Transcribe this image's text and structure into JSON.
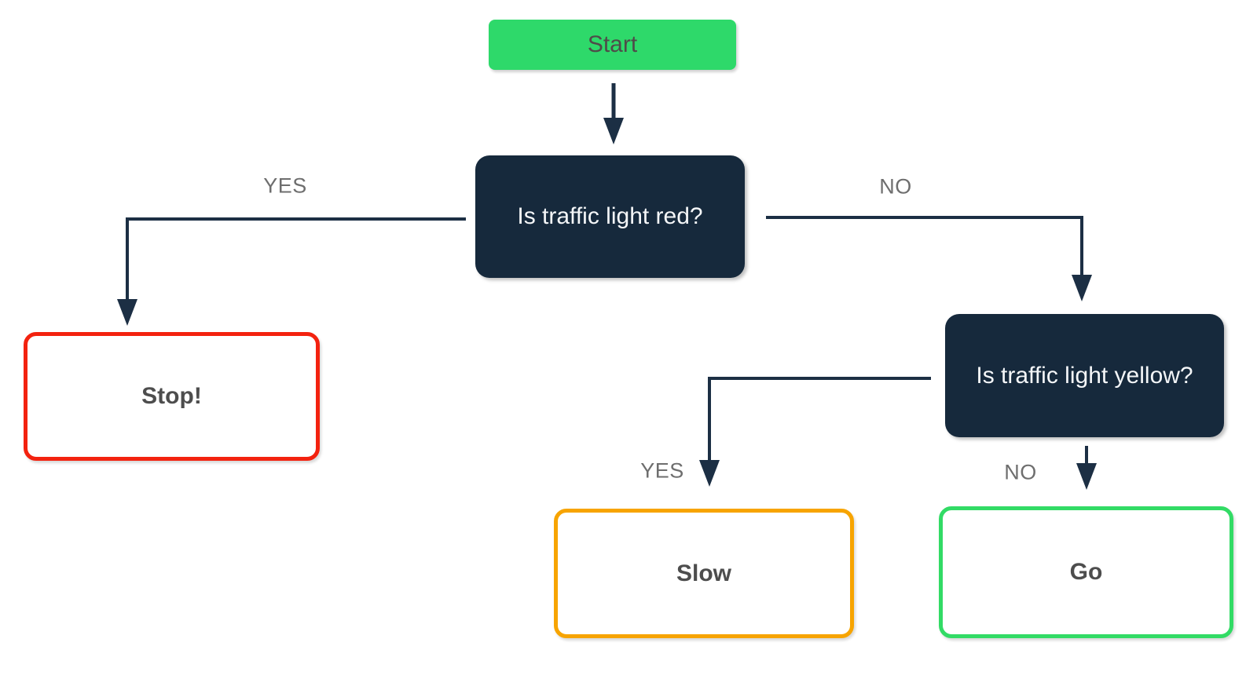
{
  "nodes": {
    "start": {
      "label": "Start",
      "type": "start"
    },
    "q_red": {
      "label": "Is traffic light red?",
      "type": "decision"
    },
    "stop": {
      "label": "Stop!",
      "type": "outcome"
    },
    "q_yellow": {
      "label": "Is traffic light yellow?",
      "type": "decision"
    },
    "slow": {
      "label": "Slow",
      "type": "outcome"
    },
    "go": {
      "label": "Go",
      "type": "outcome"
    }
  },
  "edges": {
    "start_to_red": {
      "from": "start",
      "to": "q_red",
      "label": ""
    },
    "red_yes": {
      "from": "q_red",
      "to": "stop",
      "label": "YES"
    },
    "red_no": {
      "from": "q_red",
      "to": "q_yellow",
      "label": "NO"
    },
    "yellow_yes": {
      "from": "q_yellow",
      "to": "slow",
      "label": "YES"
    },
    "yellow_no": {
      "from": "q_yellow",
      "to": "go",
      "label": "NO"
    }
  },
  "colors": {
    "canvas_bg": "#FFFFFF",
    "start_fill": "#2ED96A",
    "decision_fill": "#16293C",
    "stop_border": "#F3220F",
    "slow_border": "#F7A400",
    "go_border": "#32DB65",
    "connector": "#1C2F44",
    "edge_label_text": "#6E6E6E",
    "outcome_text": "#4D4D4D",
    "start_text": "#4F4B49",
    "decision_text": "#F4F6F8"
  }
}
